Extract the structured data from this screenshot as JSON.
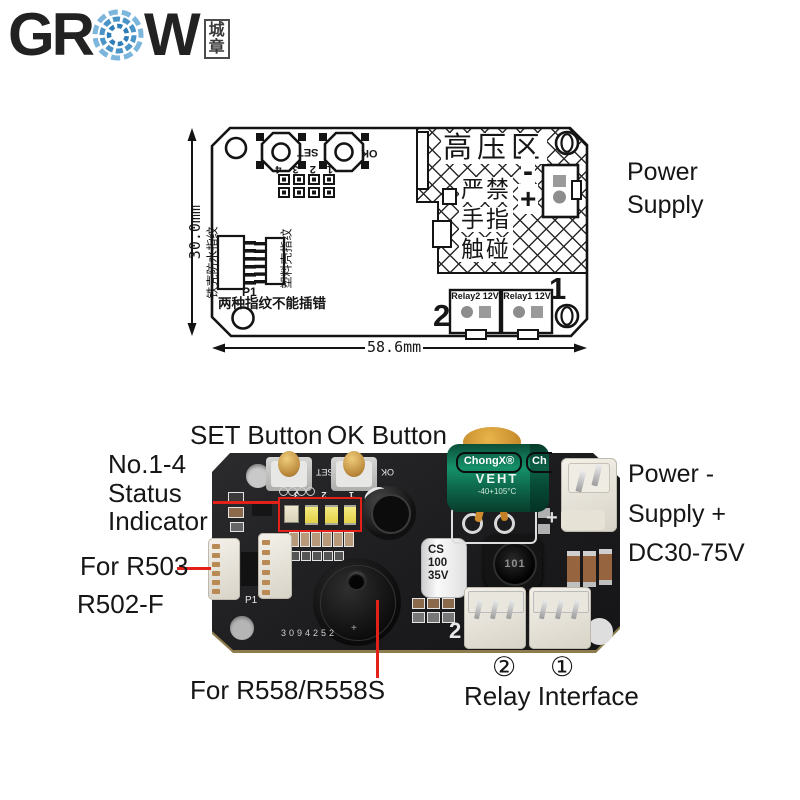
{
  "logo": {
    "text_left": "GR",
    "text_right": "W",
    "seal_top": "城",
    "seal_bottom": "章"
  },
  "colors": {
    "annotation_red": "#e32119",
    "pcb_black": "#1f1f21",
    "capacitor_green": "#12805c",
    "plunger_gold": "#c99a45",
    "led_yellow": "#ecd95f",
    "logo_blue": "#4a94c8"
  },
  "schematic": {
    "dim_height": "30.0mm",
    "dim_width": "58.6mm",
    "set_silk": "SET",
    "ok_silk": "OK",
    "led_numbers": "1 2 3 4",
    "hv_title": "高压区",
    "hv_line1": "严禁",
    "hv_line2": "手指",
    "hv_line3": "触碰",
    "minus": "-",
    "plus": "+",
    "power_line1": "Power",
    "power_line2": "Supply",
    "relay2_label": "Relay2 12V",
    "relay1_label": "Relay1 12V",
    "num_1": "1",
    "num_2": "2",
    "conn1_text": "铁壳防水指纹",
    "conn2_text": "塑料壳指纹",
    "p1_label": "P1",
    "warn_text": "两种指纹不能插错"
  },
  "photo": {
    "annotations": {
      "set_button": "SET Button",
      "ok_button": "OK Button",
      "status_lines": [
        "No.1-4",
        "Status",
        "Indicator"
      ],
      "for_r503": "For R503",
      "r502f": "R502-F",
      "for_r558": "For R558/R558S",
      "power_lines": [
        "Power -",
        "Supply +",
        "DC30-75V"
      ],
      "relay2_num": "②",
      "relay1_num": "①",
      "relay_interface": "Relay Interface"
    },
    "silkscreen": {
      "set": "SET",
      "ok": "OK",
      "led_numbers": "1 2 3",
      "p1": "P1",
      "serial": "3094252",
      "relay_zone_num": "2",
      "plus": "+",
      "buzzer_plus": "+"
    },
    "components": {
      "green_cap_brand": "ChongX®",
      "green_cap_brand_partial": "Ch",
      "green_cap_model": "VEHT",
      "green_cap_temp": "-40+105°C",
      "white_cap_lines": [
        "CS",
        "100",
        "35V"
      ],
      "inductor_label": "101"
    }
  }
}
